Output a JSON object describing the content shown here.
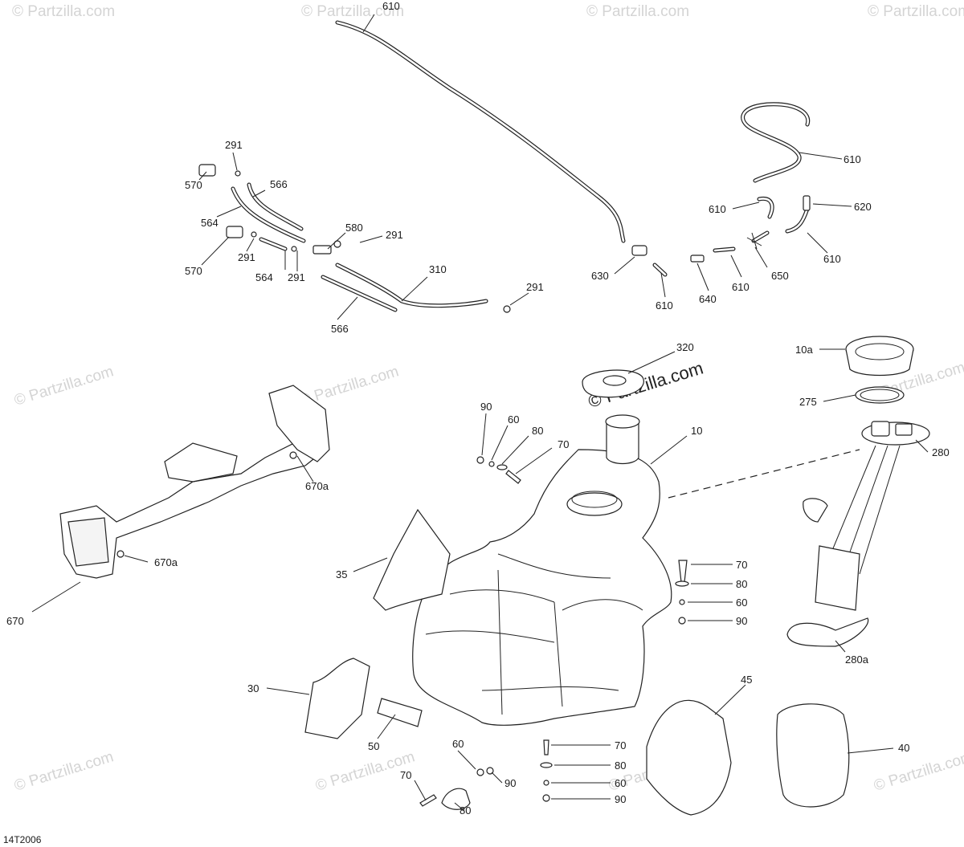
{
  "diagram_code": "14T2006",
  "watermark_text": "© Partzilla.com",
  "callouts": [
    {
      "id": "c-610-top",
      "text": "610"
    },
    {
      "id": "c-291-a",
      "text": "291"
    },
    {
      "id": "c-566-a",
      "text": "566"
    },
    {
      "id": "c-570-a",
      "text": "570"
    },
    {
      "id": "c-564-a",
      "text": "564"
    },
    {
      "id": "c-580",
      "text": "580"
    },
    {
      "id": "c-291-b",
      "text": "291"
    },
    {
      "id": "c-570-b",
      "text": "570"
    },
    {
      "id": "c-291-c",
      "text": "291"
    },
    {
      "id": "c-564-b",
      "text": "564"
    },
    {
      "id": "c-291-d",
      "text": "291"
    },
    {
      "id": "c-310",
      "text": "310"
    },
    {
      "id": "c-291-e",
      "text": "291"
    },
    {
      "id": "c-566-b",
      "text": "566"
    },
    {
      "id": "c-610-r1",
      "text": "610"
    },
    {
      "id": "c-610-r2",
      "text": "610"
    },
    {
      "id": "c-620",
      "text": "620"
    },
    {
      "id": "c-630",
      "text": "630"
    },
    {
      "id": "c-610-r3",
      "text": "610"
    },
    {
      "id": "c-640",
      "text": "640"
    },
    {
      "id": "c-610-r4",
      "text": "610"
    },
    {
      "id": "c-650",
      "text": "650"
    },
    {
      "id": "c-610-r5",
      "text": "610"
    },
    {
      "id": "c-320",
      "text": "320"
    },
    {
      "id": "c-10a",
      "text": "10a"
    },
    {
      "id": "c-275",
      "text": "275"
    },
    {
      "id": "c-280",
      "text": "280"
    },
    {
      "id": "c-10",
      "text": "10"
    },
    {
      "id": "c-90-a",
      "text": "90"
    },
    {
      "id": "c-60-a",
      "text": "60"
    },
    {
      "id": "c-80-a",
      "text": "80"
    },
    {
      "id": "c-70-a",
      "text": "70"
    },
    {
      "id": "c-670a-a",
      "text": "670a"
    },
    {
      "id": "c-670a-b",
      "text": "670a"
    },
    {
      "id": "c-670",
      "text": "670"
    },
    {
      "id": "c-35",
      "text": "35"
    },
    {
      "id": "c-70-b",
      "text": "70"
    },
    {
      "id": "c-80-b",
      "text": "80"
    },
    {
      "id": "c-60-b",
      "text": "60"
    },
    {
      "id": "c-90-b",
      "text": "90"
    },
    {
      "id": "c-280a",
      "text": "280a"
    },
    {
      "id": "c-30",
      "text": "30"
    },
    {
      "id": "c-45",
      "text": "45"
    },
    {
      "id": "c-40",
      "text": "40"
    },
    {
      "id": "c-50",
      "text": "50"
    },
    {
      "id": "c-60-c",
      "text": "60"
    },
    {
      "id": "c-90-c",
      "text": "90"
    },
    {
      "id": "c-70-c",
      "text": "70"
    },
    {
      "id": "c-80-c",
      "text": "80"
    },
    {
      "id": "c-70-d",
      "text": "70"
    },
    {
      "id": "c-80-d",
      "text": "80"
    },
    {
      "id": "c-60-d",
      "text": "60"
    },
    {
      "id": "c-90-d",
      "text": "90"
    }
  ]
}
